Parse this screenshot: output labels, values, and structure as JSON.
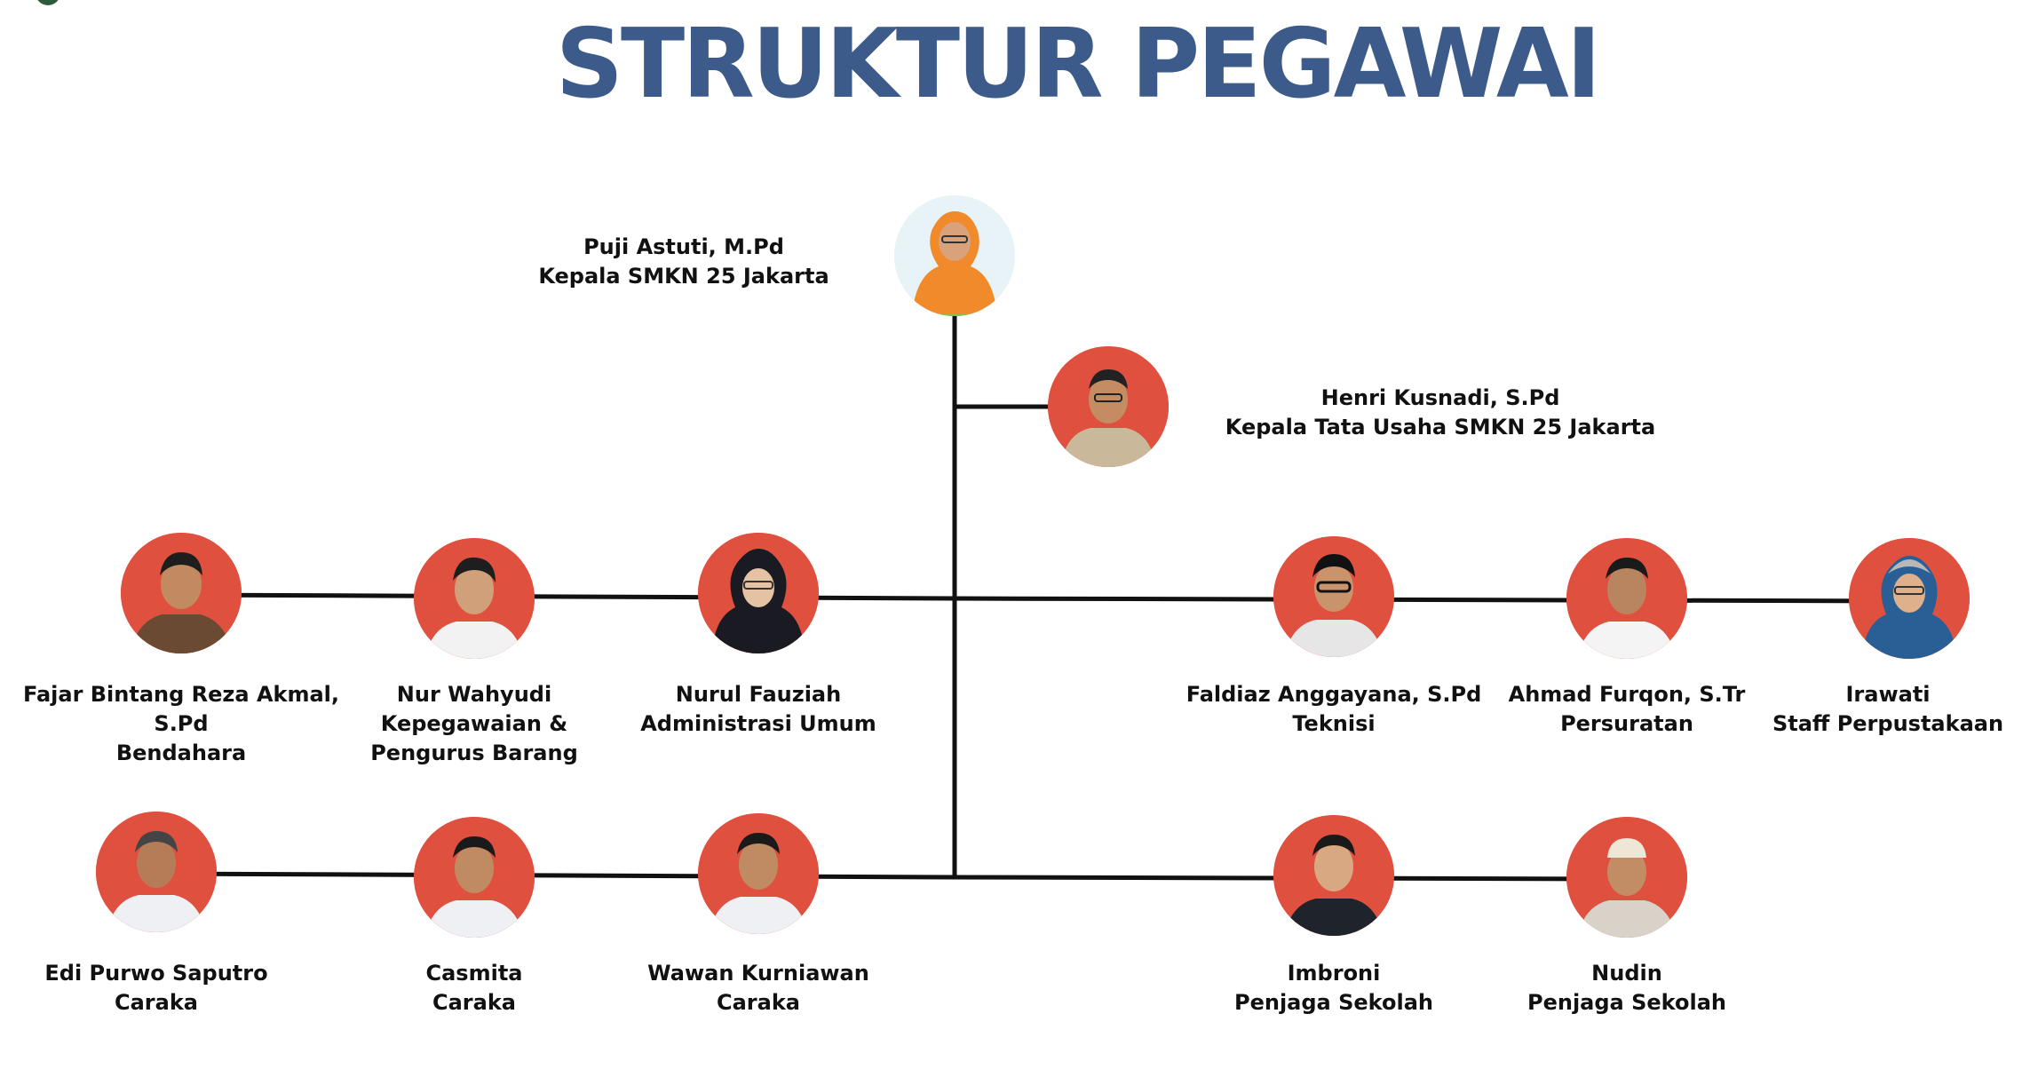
{
  "title": "STRUKTUR PEGAWAI",
  "colors": {
    "title": "#3c5a8a",
    "photo_background": "#e0503f",
    "connector": "#111111"
  },
  "people": {
    "kepala": {
      "name": "Puji Astuti, M.Pd",
      "role": "Kepala SMKN 25 Jakarta",
      "icon": "person-hijab-orange-photo"
    },
    "ktu": {
      "name": "Henri Kusnadi, S.Pd",
      "role": "Kepala Tata Usaha SMKN 25 Jakarta",
      "icon": "person-uniform-photo"
    },
    "fajar": {
      "name": "Fajar Bintang Reza Akmal, S.Pd",
      "role": "Bendahara",
      "icon": "person-batik-photo"
    },
    "nur": {
      "name": "Nur Wahyudi",
      "role": "Kepegawaian & Pengurus Barang",
      "icon": "person-white-shirt-photo"
    },
    "nurul": {
      "name": "Nurul Fauziah",
      "role": "Administrasi Umum",
      "icon": "person-hijab-black-photo"
    },
    "faldiaz": {
      "name": "Faldiaz Anggayana, S.Pd",
      "role": "Teknisi",
      "icon": "person-glasses-photo"
    },
    "ahmad": {
      "name": "Ahmad Furqon, S.Tr",
      "role": "Persuratan",
      "icon": "person-white-shirt-photo"
    },
    "irawati": {
      "name": "Irawati",
      "role": "Staff Perpustakaan",
      "icon": "person-hijab-blue-photo"
    },
    "edi": {
      "name": "Edi Purwo Saputro",
      "role": "Caraka",
      "icon": "person-white-shirt-photo"
    },
    "casmita": {
      "name": "Casmita",
      "role": "Caraka",
      "icon": "person-white-shirt-photo"
    },
    "wawan": {
      "name": "Wawan Kurniawan",
      "role": "Caraka",
      "icon": "person-white-shirt-photo"
    },
    "imbroni": {
      "name": "Imbroni",
      "role": "Penjaga Sekolah",
      "icon": "person-dark-uniform-photo"
    },
    "nudin": {
      "name": "Nudin",
      "role": "Penjaga Sekolah",
      "icon": "person-cap-photo"
    }
  }
}
